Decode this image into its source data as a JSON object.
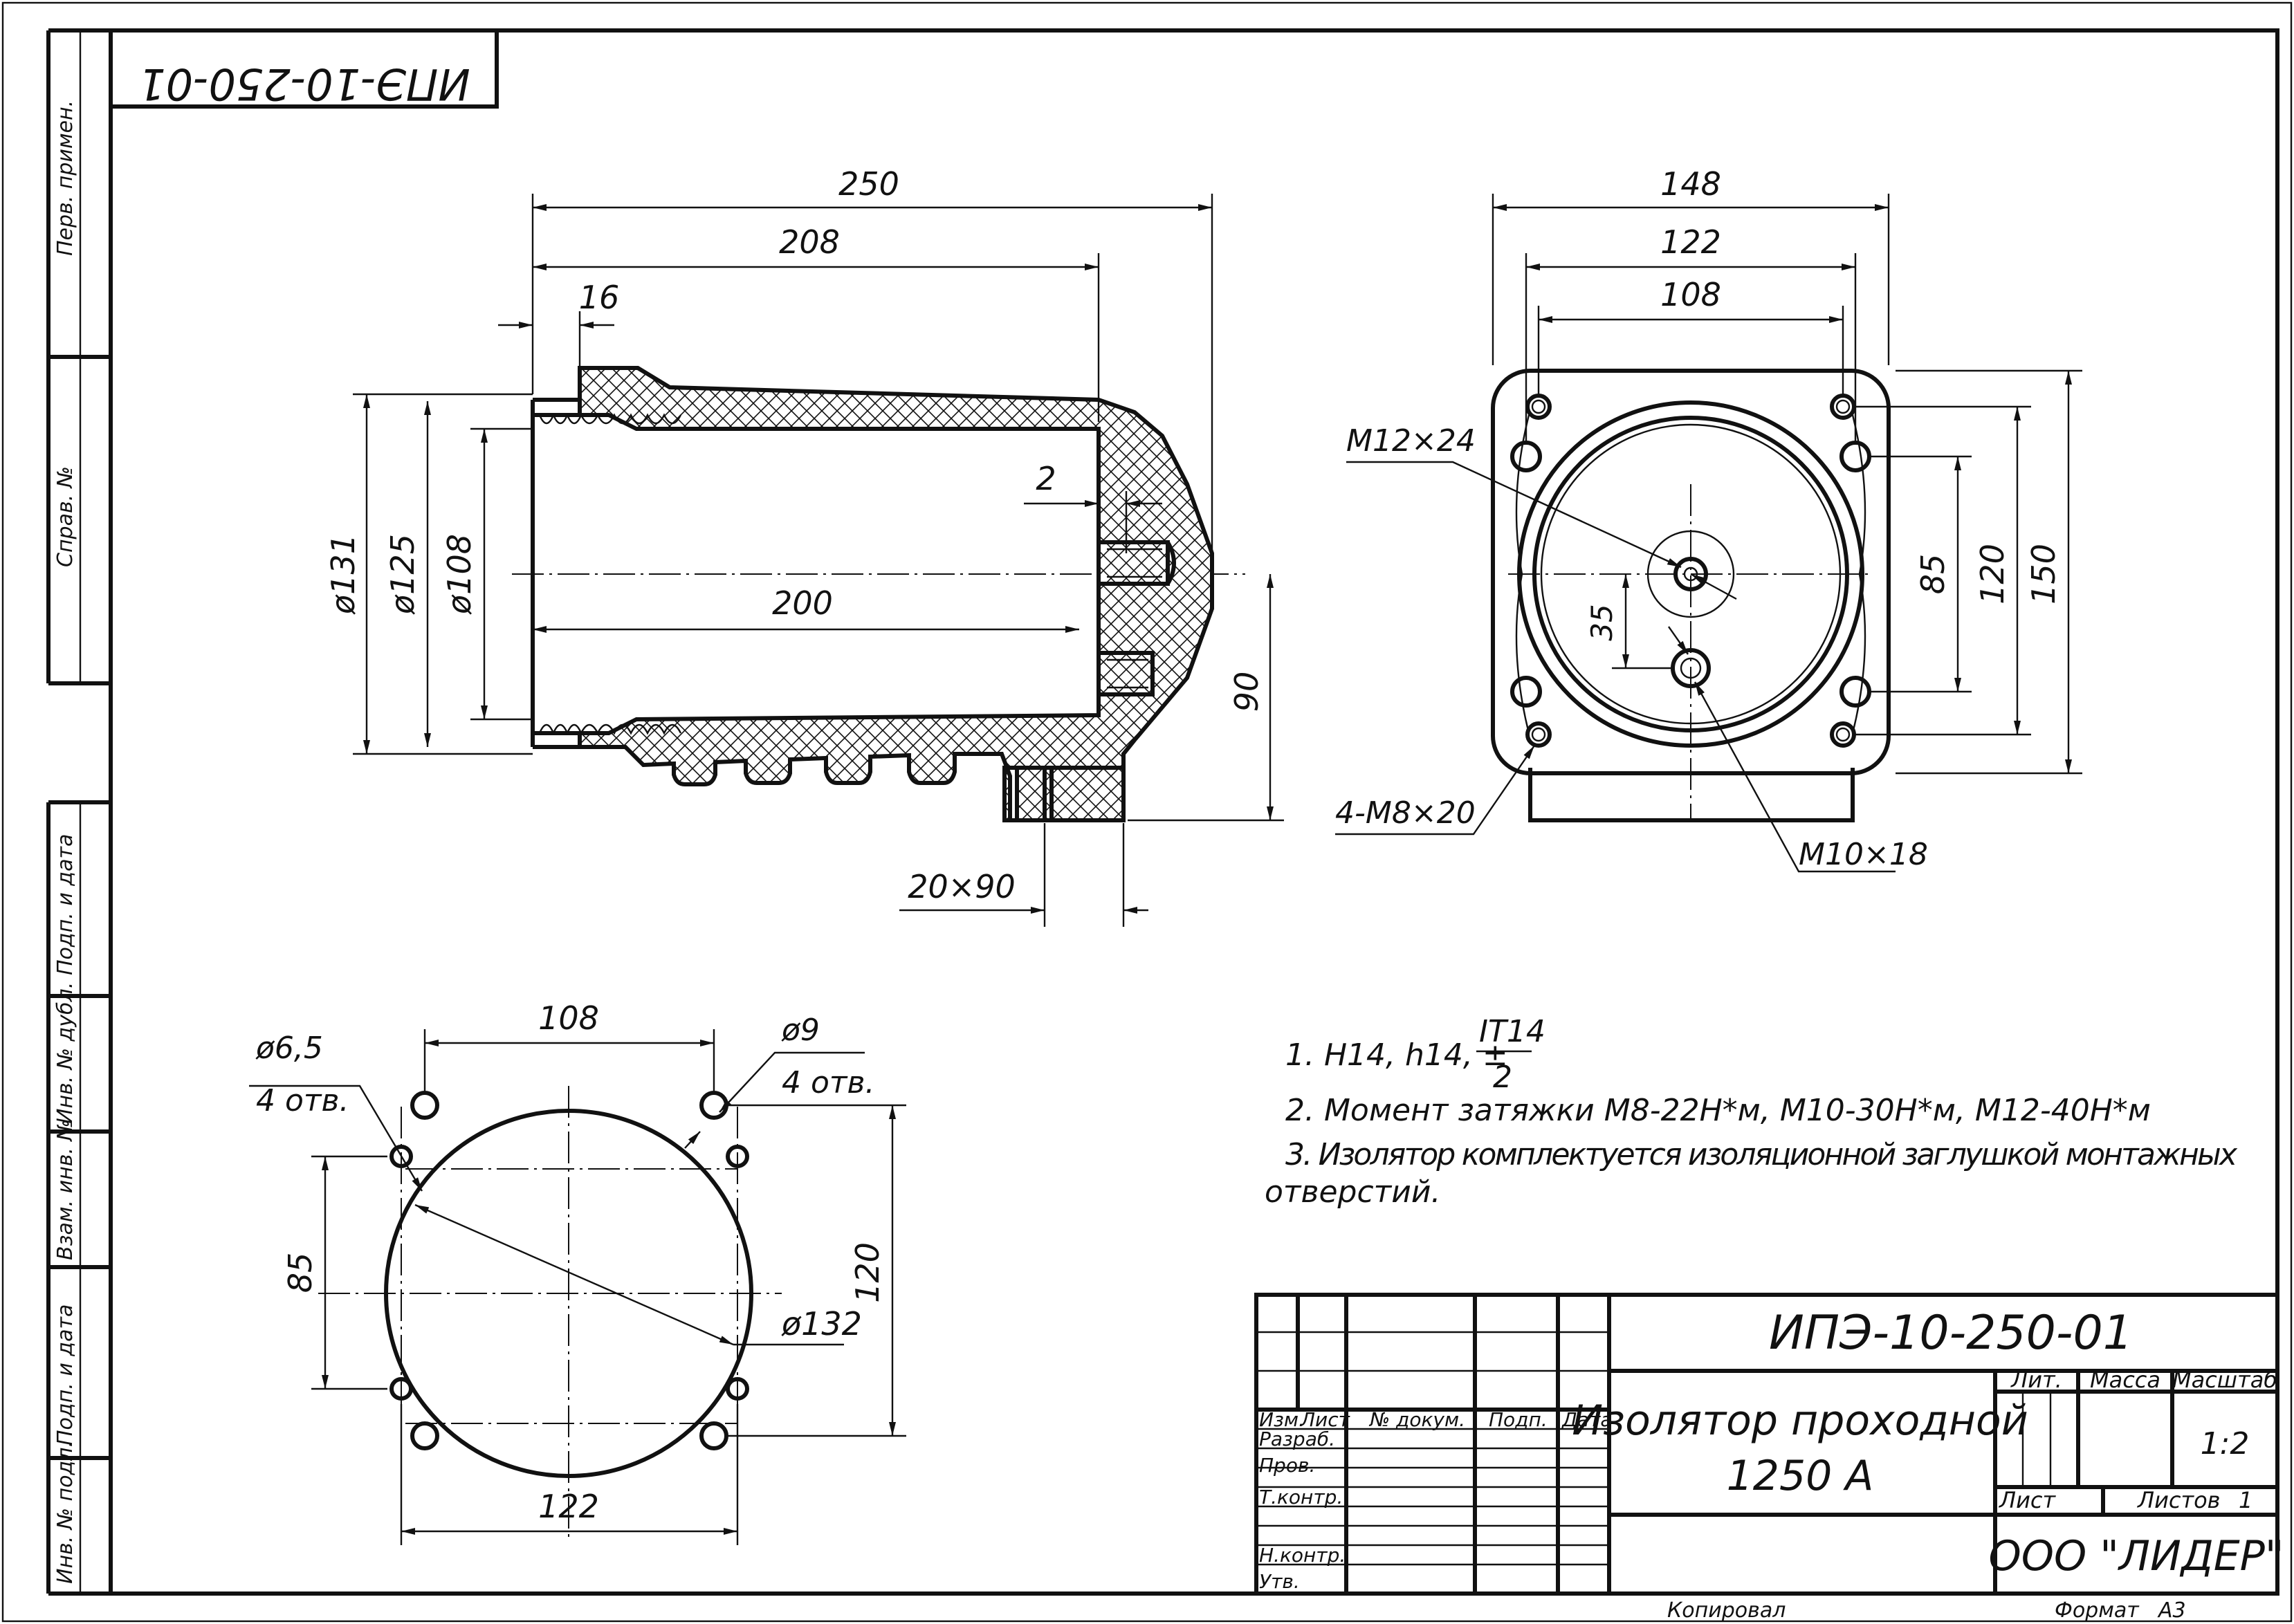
{
  "stamp_top": "ИПЭ-10-250-01",
  "side_labels": [
    "Перв. примен.",
    "Справ. №",
    "Подп. и дата",
    "Инв. № дубл.",
    "Взам. инв. №",
    "Подп. и дата",
    "Инв. № подл."
  ],
  "front_view": {
    "dims": {
      "d250": "250",
      "d208": "208",
      "d16": "16",
      "d2": "2",
      "d200": "200",
      "d131": "ø131",
      "d125": "ø125",
      "d108": "ø108",
      "d90": "90",
      "d20x90": "20×90"
    }
  },
  "side_view": {
    "dims": {
      "d148": "148",
      "d122": "122",
      "d108": "108",
      "d85": "85",
      "d120": "120",
      "d150": "150",
      "d35": "35"
    },
    "callouts": {
      "m12": "M12×24",
      "m8": "4-M8×20",
      "m10": "M10×18"
    }
  },
  "hole_pattern": {
    "dims": {
      "d108": "108",
      "d122": "122",
      "d85": "85",
      "d120": "120",
      "d132": "ø132"
    },
    "callouts": {
      "small_dia": "ø6,5",
      "small_count": "4 отв.",
      "large_dia": "ø9",
      "large_count": "4 отв."
    }
  },
  "notes": {
    "n1_prefix": "1. H14, h14, ±",
    "n1_num": "IT14",
    "n1_den": "2",
    "n2": "2. Момент затяжки М8-22Н*м, М10-30Н*м, М12-40Н*м",
    "n3a": "3. Изолятор комплектуется изоляционной заглушкой монтажных",
    "n3b": "отверстий."
  },
  "title_block": {
    "designation": "ИПЭ-10-250-01",
    "name_line1": "Изолятор проходной",
    "name_line2": "1250 А",
    "col_izm": "Изм.",
    "col_list": "Лист",
    "col_doc": "№ докум.",
    "col_sign": "Подп.",
    "col_date": "Дата",
    "row_razrab": "Разраб.",
    "row_prov": "Пров.",
    "row_tkontr": "Т.контр.",
    "row_nkontr": "Н.контр.",
    "row_utv": "Утв.",
    "lit": "Лит.",
    "massa": "Масса",
    "masshtab": "Масштаб",
    "scale": "1:2",
    "sheet": "Лист",
    "sheets": "Листов",
    "sheets_count": "1",
    "org": "ООО \"ЛИДЕР\""
  },
  "footer": {
    "copied": "Копировал",
    "format": "Формат",
    "format_value": "А3"
  }
}
